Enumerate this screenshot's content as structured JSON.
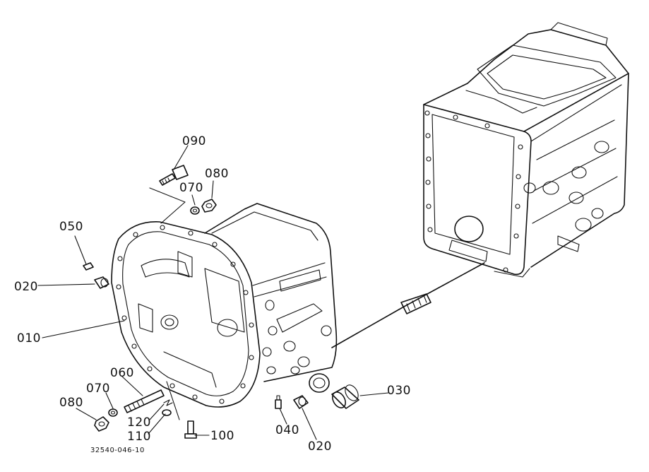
{
  "drawing_code": "32540-046-10",
  "callouts": {
    "c090": "090",
    "c080_top": "080",
    "c070_top": "070",
    "c050": "050",
    "c020_left": "020",
    "c010": "010",
    "c060": "060",
    "c070_bottom": "070",
    "c080_bottom": "080",
    "c120": "120",
    "c110": "110",
    "c100": "100",
    "c040": "040",
    "c020_bottom": "020",
    "c030": "030"
  }
}
